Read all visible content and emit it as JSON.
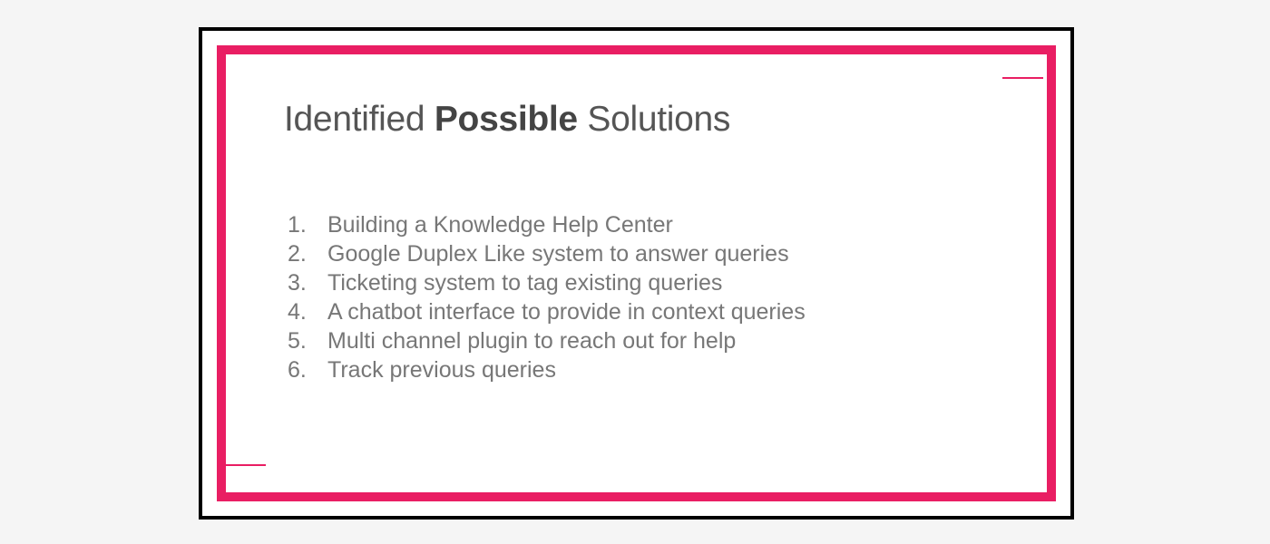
{
  "slide": {
    "title": {
      "before": "Identified ",
      "bold": "Possible",
      "after": " Solutions"
    },
    "items": [
      {
        "number": "1.",
        "text": "Building a Knowledge Help Center"
      },
      {
        "number": "2.",
        "text": "Google Duplex Like system to answer queries"
      },
      {
        "number": "3.",
        "text": "Ticketing system to tag existing queries"
      },
      {
        "number": "4.",
        "text": "A chatbot interface to provide in context queries"
      },
      {
        "number": "5.",
        "text": "Multi channel plugin to reach out for help"
      },
      {
        "number": "6.",
        "text": "Track previous queries"
      }
    ]
  },
  "colors": {
    "accent": "#e91e63",
    "border": "#000000",
    "text": "#777777"
  }
}
